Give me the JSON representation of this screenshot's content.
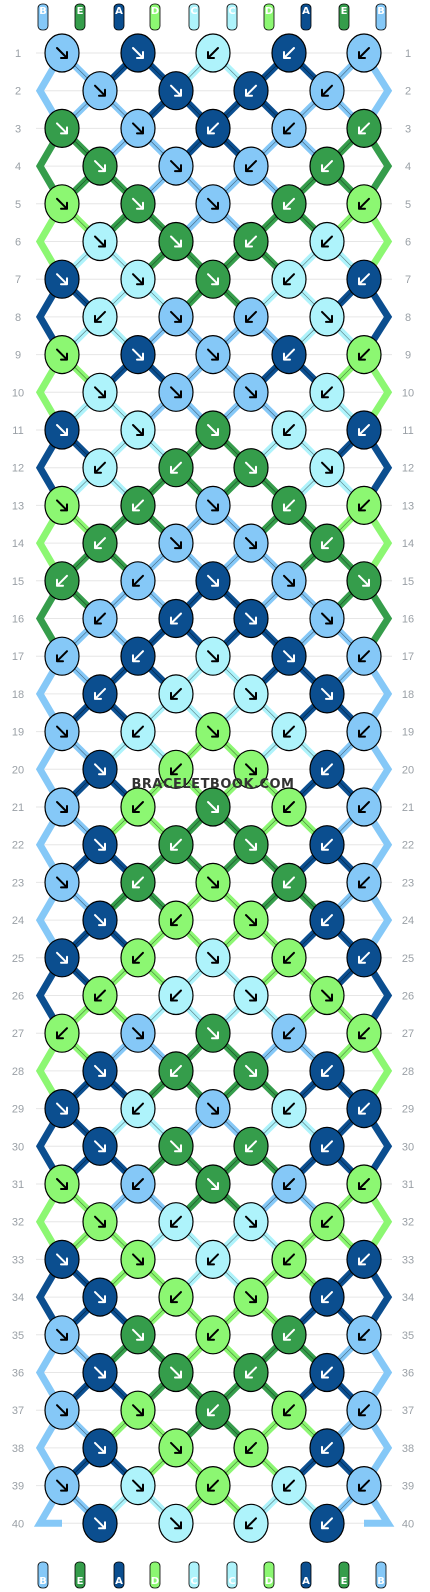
{
  "watermark": "BRACELETBOOK.COM",
  "colors": {
    "A": "#0b4e8f",
    "B": "#85c8f7",
    "C": "#aef3fb",
    "D": "#8cf772",
    "E": "#359d4b"
  },
  "strands_top": [
    "B",
    "E",
    "A",
    "D",
    "C",
    "C",
    "D",
    "A",
    "E",
    "B"
  ],
  "strands_bottom": [
    "B",
    "E",
    "A",
    "D",
    "C",
    "C",
    "D",
    "A",
    "E",
    "B"
  ],
  "row_numbers": [
    1,
    2,
    3,
    4,
    5,
    6,
    7,
    8,
    9,
    10,
    11,
    12,
    13,
    14,
    15,
    16,
    17,
    18,
    19,
    20,
    21,
    22,
    23,
    24,
    25,
    26,
    27,
    28,
    29,
    30,
    31,
    32,
    33,
    34,
    35,
    36,
    37,
    38,
    39,
    40
  ],
  "rows": [
    {
      "knots": [
        [
          "B",
          "se"
        ],
        [
          "A",
          "se"
        ],
        [
          "C",
          "sw"
        ],
        [
          "A",
          "sw"
        ],
        [
          "B",
          "sw"
        ]
      ]
    },
    {
      "knots": [
        [
          "B",
          "se"
        ],
        [
          "A",
          "se"
        ],
        [
          "A",
          "sw"
        ],
        [
          "B",
          "sw"
        ]
      ]
    },
    {
      "knots": [
        [
          "E",
          "se"
        ],
        [
          "B",
          "se"
        ],
        [
          "A",
          "sw"
        ],
        [
          "B",
          "sw"
        ],
        [
          "E",
          "sw"
        ]
      ]
    },
    {
      "knots": [
        [
          "E",
          "se"
        ],
        [
          "B",
          "se"
        ],
        [
          "B",
          "sw"
        ],
        [
          "E",
          "sw"
        ]
      ]
    },
    {
      "knots": [
        [
          "D",
          "se"
        ],
        [
          "E",
          "se"
        ],
        [
          "B",
          "se"
        ],
        [
          "E",
          "sw"
        ],
        [
          "D",
          "sw"
        ]
      ]
    },
    {
      "knots": [
        [
          "C",
          "se"
        ],
        [
          "E",
          "se"
        ],
        [
          "E",
          "sw"
        ],
        [
          "C",
          "sw"
        ]
      ]
    },
    {
      "knots": [
        [
          "A",
          "se"
        ],
        [
          "C",
          "se"
        ],
        [
          "E",
          "se"
        ],
        [
          "C",
          "sw"
        ],
        [
          "A",
          "sw"
        ]
      ]
    },
    {
      "knots": [
        [
          "C",
          "sw"
        ],
        [
          "B",
          "se"
        ],
        [
          "B",
          "sw"
        ],
        [
          "C",
          "se"
        ]
      ]
    },
    {
      "knots": [
        [
          "D",
          "se"
        ],
        [
          "A",
          "se"
        ],
        [
          "B",
          "se"
        ],
        [
          "A",
          "sw"
        ],
        [
          "D",
          "sw"
        ]
      ]
    },
    {
      "knots": [
        [
          "C",
          "se"
        ],
        [
          "B",
          "se"
        ],
        [
          "B",
          "se"
        ],
        [
          "C",
          "sw"
        ]
      ]
    },
    {
      "knots": [
        [
          "A",
          "se"
        ],
        [
          "C",
          "se"
        ],
        [
          "E",
          "se"
        ],
        [
          "C",
          "sw"
        ],
        [
          "A",
          "sw"
        ]
      ]
    },
    {
      "knots": [
        [
          "C",
          "sw"
        ],
        [
          "E",
          "sw"
        ],
        [
          "E",
          "se"
        ],
        [
          "C",
          "se"
        ]
      ]
    },
    {
      "knots": [
        [
          "D",
          "se"
        ],
        [
          "E",
          "sw"
        ],
        [
          "B",
          "se"
        ],
        [
          "E",
          "sw"
        ],
        [
          "D",
          "sw"
        ]
      ]
    },
    {
      "knots": [
        [
          "E",
          "sw"
        ],
        [
          "B",
          "se"
        ],
        [
          "B",
          "se"
        ],
        [
          "E",
          "sw"
        ]
      ]
    },
    {
      "knots": [
        [
          "E",
          "sw"
        ],
        [
          "B",
          "sw"
        ],
        [
          "A",
          "se"
        ],
        [
          "B",
          "se"
        ],
        [
          "E",
          "se"
        ]
      ]
    },
    {
      "knots": [
        [
          "B",
          "sw"
        ],
        [
          "A",
          "sw"
        ],
        [
          "A",
          "se"
        ],
        [
          "B",
          "se"
        ]
      ]
    },
    {
      "knots": [
        [
          "B",
          "sw"
        ],
        [
          "A",
          "sw"
        ],
        [
          "C",
          "se"
        ],
        [
          "A",
          "se"
        ],
        [
          "B",
          "sw"
        ]
      ]
    },
    {
      "knots": [
        [
          "A",
          "sw"
        ],
        [
          "C",
          "sw"
        ],
        [
          "C",
          "se"
        ],
        [
          "A",
          "se"
        ]
      ]
    },
    {
      "knots": [
        [
          "B",
          "se"
        ],
        [
          "C",
          "sw"
        ],
        [
          "D",
          "se"
        ],
        [
          "C",
          "sw"
        ],
        [
          "B",
          "sw"
        ]
      ]
    },
    {
      "knots": [
        [
          "A",
          "se"
        ],
        [
          "D",
          "sw"
        ],
        [
          "D",
          "se"
        ],
        [
          "A",
          "sw"
        ]
      ]
    },
    {
      "knots": [
        [
          "B",
          "se"
        ],
        [
          "D",
          "sw"
        ],
        [
          "E",
          "se"
        ],
        [
          "D",
          "sw"
        ],
        [
          "B",
          "sw"
        ]
      ]
    },
    {
      "knots": [
        [
          "A",
          "se"
        ],
        [
          "E",
          "sw"
        ],
        [
          "E",
          "se"
        ],
        [
          "A",
          "sw"
        ]
      ]
    },
    {
      "knots": [
        [
          "B",
          "se"
        ],
        [
          "E",
          "sw"
        ],
        [
          "D",
          "se"
        ],
        [
          "E",
          "sw"
        ],
        [
          "B",
          "sw"
        ]
      ]
    },
    {
      "knots": [
        [
          "A",
          "se"
        ],
        [
          "D",
          "sw"
        ],
        [
          "D",
          "se"
        ],
        [
          "A",
          "sw"
        ]
      ]
    },
    {
      "knots": [
        [
          "A",
          "se"
        ],
        [
          "D",
          "sw"
        ],
        [
          "C",
          "se"
        ],
        [
          "D",
          "sw"
        ],
        [
          "A",
          "sw"
        ]
      ]
    },
    {
      "knots": [
        [
          "D",
          "sw"
        ],
        [
          "C",
          "sw"
        ],
        [
          "C",
          "se"
        ],
        [
          "D",
          "se"
        ]
      ]
    },
    {
      "knots": [
        [
          "D",
          "sw"
        ],
        [
          "B",
          "se"
        ],
        [
          "E",
          "se"
        ],
        [
          "B",
          "sw"
        ],
        [
          "D",
          "sw"
        ]
      ]
    },
    {
      "knots": [
        [
          "A",
          "se"
        ],
        [
          "E",
          "sw"
        ],
        [
          "E",
          "se"
        ],
        [
          "A",
          "sw"
        ]
      ]
    },
    {
      "knots": [
        [
          "A",
          "se"
        ],
        [
          "C",
          "sw"
        ],
        [
          "B",
          "se"
        ],
        [
          "C",
          "sw"
        ],
        [
          "A",
          "sw"
        ]
      ]
    },
    {
      "knots": [
        [
          "A",
          "se"
        ],
        [
          "E",
          "se"
        ],
        [
          "E",
          "sw"
        ],
        [
          "A",
          "sw"
        ]
      ]
    },
    {
      "knots": [
        [
          "D",
          "se"
        ],
        [
          "B",
          "sw"
        ],
        [
          "E",
          "se"
        ],
        [
          "B",
          "sw"
        ],
        [
          "D",
          "sw"
        ]
      ]
    },
    {
      "knots": [
        [
          "D",
          "se"
        ],
        [
          "C",
          "sw"
        ],
        [
          "C",
          "se"
        ],
        [
          "D",
          "sw"
        ]
      ]
    },
    {
      "knots": [
        [
          "A",
          "se"
        ],
        [
          "D",
          "se"
        ],
        [
          "C",
          "sw"
        ],
        [
          "D",
          "sw"
        ],
        [
          "A",
          "sw"
        ]
      ]
    },
    {
      "knots": [
        [
          "A",
          "se"
        ],
        [
          "D",
          "sw"
        ],
        [
          "D",
          "se"
        ],
        [
          "A",
          "sw"
        ]
      ]
    },
    {
      "knots": [
        [
          "B",
          "se"
        ],
        [
          "E",
          "se"
        ],
        [
          "D",
          "sw"
        ],
        [
          "E",
          "sw"
        ],
        [
          "B",
          "sw"
        ]
      ]
    },
    {
      "knots": [
        [
          "A",
          "se"
        ],
        [
          "E",
          "se"
        ],
        [
          "E",
          "sw"
        ],
        [
          "A",
          "sw"
        ]
      ]
    },
    {
      "knots": [
        [
          "B",
          "se"
        ],
        [
          "D",
          "se"
        ],
        [
          "E",
          "sw"
        ],
        [
          "D",
          "sw"
        ],
        [
          "B",
          "sw"
        ]
      ]
    },
    {
      "knots": [
        [
          "A",
          "se"
        ],
        [
          "D",
          "se"
        ],
        [
          "D",
          "sw"
        ],
        [
          "A",
          "sw"
        ]
      ]
    },
    {
      "knots": [
        [
          "B",
          "se"
        ],
        [
          "C",
          "se"
        ],
        [
          "D",
          "sw"
        ],
        [
          "C",
          "sw"
        ],
        [
          "B",
          "sw"
        ]
      ]
    },
    {
      "knots": [
        [
          "A",
          "se"
        ],
        [
          "C",
          "se"
        ],
        [
          "C",
          "sw"
        ],
        [
          "A",
          "sw"
        ]
      ]
    }
  ]
}
